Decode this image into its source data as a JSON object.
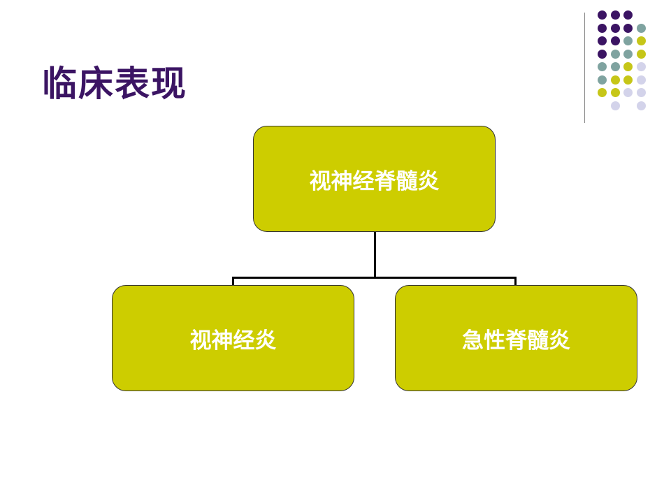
{
  "slide": {
    "title": "临床表现"
  },
  "diagram": {
    "root": "视神经脊髓炎",
    "children": [
      "视神经炎",
      "急性脊髓炎"
    ]
  },
  "colors": {
    "title": "#3b1463",
    "box_fill": "#cdcd00",
    "dot_purple": "#3b1463",
    "dot_teal": "#7fa3a0",
    "dot_olive": "#c6c618",
    "dot_lavender": "#d3d3ea"
  }
}
